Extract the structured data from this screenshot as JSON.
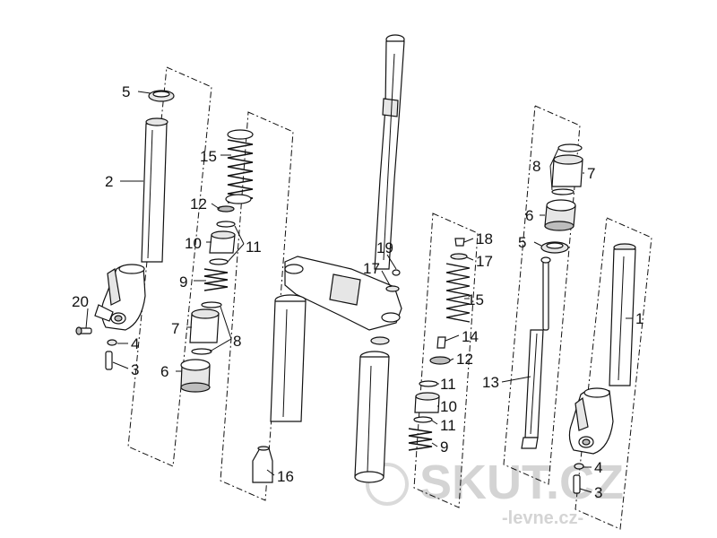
{
  "labels": {
    "l5a": "5",
    "l2": "2",
    "l20": "20",
    "l4a": "4",
    "l3a": "3",
    "l15a": "15",
    "l12a": "12",
    "l10a": "10",
    "l11a": "11",
    "l9a": "9",
    "l7a": "7",
    "l8a": "8",
    "l6a": "6",
    "l16": "16",
    "l19": "19",
    "l17a": "17",
    "l18": "18",
    "l17b": "17",
    "l15b": "15",
    "l14": "14",
    "l12b": "12",
    "l11b": "11",
    "l10b": "10",
    "l11c": "11",
    "l9b": "9",
    "l8b": "8",
    "l7b": "7",
    "l6b": "6",
    "l5b": "5",
    "l1": "1",
    "l13": "13",
    "l4b": "4",
    "l3b": "3"
  },
  "watermark": {
    "brand": "SKUT.CZ",
    "sub": "-levne.cz-"
  }
}
